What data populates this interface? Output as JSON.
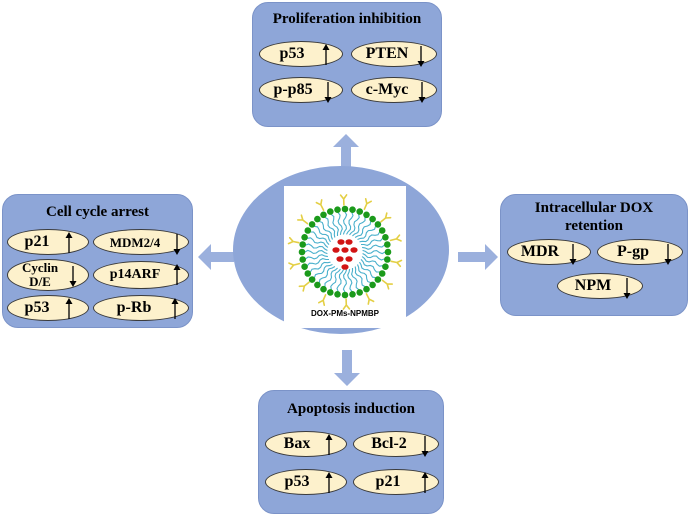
{
  "center": {
    "label": "DOX-PMs-NPMBP"
  },
  "boxes": {
    "proliferation": {
      "title": "Proliferation inhibition",
      "items": [
        {
          "text": "p53",
          "dir": "up"
        },
        {
          "text": "PTEN",
          "dir": "down"
        },
        {
          "text": "p-p85",
          "dir": "down"
        },
        {
          "text": "c-Myc",
          "dir": "down"
        }
      ]
    },
    "cell_cycle": {
      "title": "Cell cycle arrest",
      "items": [
        {
          "text": "p21",
          "dir": "up"
        },
        {
          "text": "MDM2/4",
          "dir": "down"
        },
        {
          "text": "Cyclin",
          "text2": "D/E",
          "dir": "down"
        },
        {
          "text": "p14ARF",
          "dir": "up"
        },
        {
          "text": "p53",
          "dir": "up"
        },
        {
          "text": "p-Rb",
          "dir": "up"
        }
      ]
    },
    "retention": {
      "title_line1": "Intracellular DOX",
      "title_line2": "retention",
      "items": [
        {
          "text": "MDR",
          "dir": "down"
        },
        {
          "text": "P-gp",
          "dir": "down"
        },
        {
          "text": "NPM",
          "dir": "down"
        }
      ]
    },
    "apoptosis": {
      "title": "Apoptosis induction",
      "items": [
        {
          "text": "Bax",
          "dir": "up"
        },
        {
          "text": "Bcl-2",
          "dir": "down"
        },
        {
          "text": "p53",
          "dir": "up"
        },
        {
          "text": "p21",
          "dir": "up"
        }
      ]
    }
  },
  "colors": {
    "box_fill": "#8ea6d8",
    "pill_fill": "#fdf1cc",
    "arrow_fill": "#9bb0dd",
    "lipid_head": "#1b9a1b",
    "lipid_tail": "#4ab0cc",
    "drug": "#d21414",
    "ligand": "#e4cf44"
  }
}
